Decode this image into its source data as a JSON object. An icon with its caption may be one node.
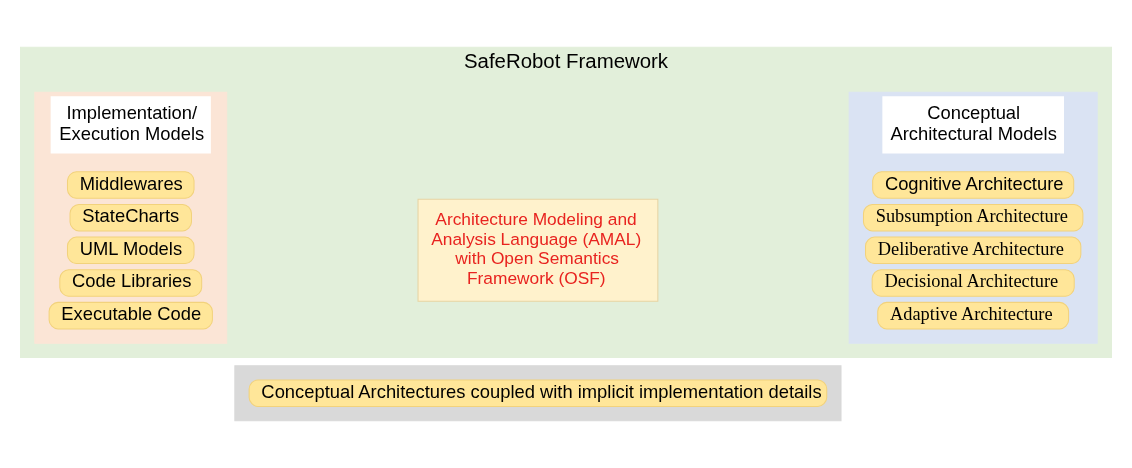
{
  "diagram": {
    "nodes": [
      {
        "text": [
          "SafeRobot Framework"
        ]
      },
      {
        "text": [
          "Implementation/ Execution Models"
        ],
        "in": 0
      },
      {
        "text": [
          "Middlewares"
        ],
        "in": 1
      },
      {
        "text": [
          "StateCharts"
        ],
        "in": 1
      },
      {
        "text": [
          "UML Models"
        ],
        "in": 1
      },
      {
        "text": [
          "Code Libraries"
        ],
        "in": 1
      },
      {
        "text": [
          "Executable Code"
        ],
        "in": 1
      },
      {
        "text": [
          "Architecture Modeling and Analysis Language (AMAL) with Open Semantics Framework (OSF)"
        ],
        "in": 0
      },
      {
        "text": [
          "Conceptual Architectural Models"
        ],
        "in": 0
      },
      {
        "text": [
          "Cognitive Architecture"
        ],
        "in": 8
      },
      {
        "text": [
          "Subsumption Architecture"
        ],
        "in": 8
      },
      {
        "text": [
          "Deliberative Architecture"
        ],
        "in": 8
      },
      {
        "text": [
          "Decisional Architecture"
        ],
        "in": 8
      },
      {
        "text": [
          "Adaptive Architecture"
        ],
        "in": 8
      },
      {
        "text": [],
        "shape": "box"
      },
      {
        "text": [
          "Conceptual Architectures coupled with implicit implementation details"
        ],
        "in": 14
      }
    ]
  }
}
